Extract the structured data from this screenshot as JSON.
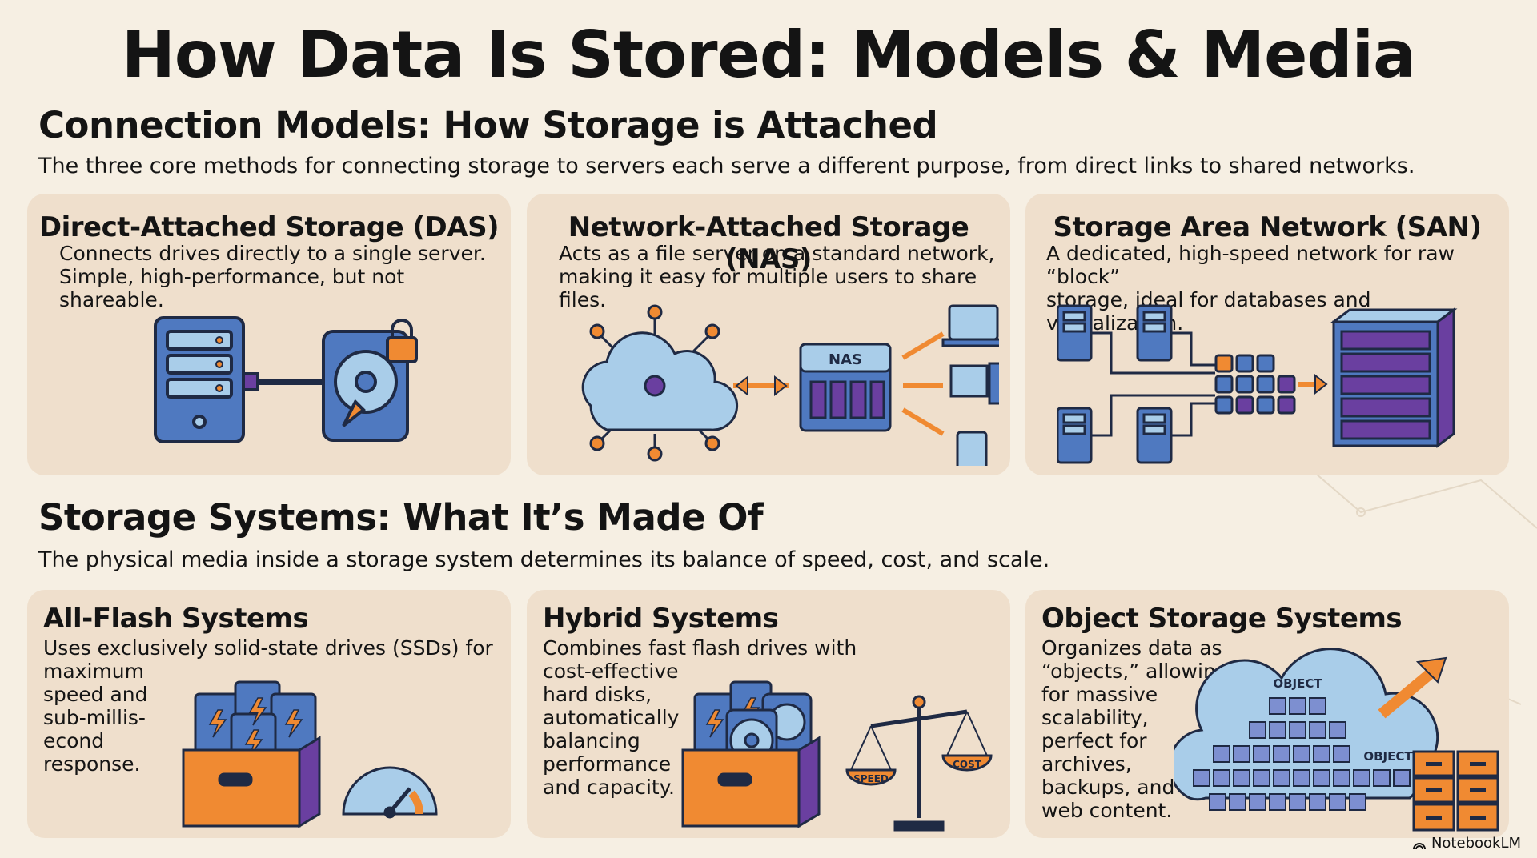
{
  "title": "How Data Is Stored: Models & Media",
  "connection": {
    "title": "Connection Models: How Storage is Attached",
    "subtitle": "The three core methods for connecting storage to servers each serve a different purpose, from direct links to shared networks.",
    "cards": [
      {
        "title": "Direct-Attached Storage (DAS)",
        "line1": "Connects drives directly to a single server.",
        "line2": "Simple, high-performance, but not shareable."
      },
      {
        "title": "Network-Attached Storage (NAS)",
        "line1": "Acts as a file server on a standard network,",
        "line2": "making it easy for multiple users to share files.",
        "device_label": "NAS"
      },
      {
        "title": "Storage Area Network (SAN)",
        "line1": "A dedicated, high-speed network for raw “block”",
        "line2": "storage, ideal for databases and virtualization."
      }
    ]
  },
  "systems": {
    "title": "Storage Systems: What It’s Made Of",
    "subtitle": "The physical media inside a storage system determines its balance of speed, cost, and scale.",
    "cards": [
      {
        "title": "All-Flash Systems",
        "lines": [
          "Uses exclusively solid-state drives (SSDs) for",
          "maximum",
          "speed and",
          "sub-millis-",
          "econd",
          "response."
        ]
      },
      {
        "title": "Hybrid Systems",
        "lines": [
          "Combines fast flash drives with",
          "cost-effective",
          "hard disks,",
          "automatically",
          "balancing",
          "performance",
          "and capacity."
        ],
        "scale_left": "SPEED",
        "scale_right": "COST"
      },
      {
        "title": "Object Storage Systems",
        "lines": [
          "Organizes data as",
          "“objects,” allowing",
          "for massive",
          "scalability,",
          "perfect for",
          "archives,",
          "backups, and",
          "web content."
        ],
        "object_label_1": "OBJECT",
        "object_label_2": "OBJECT"
      }
    ]
  },
  "watermark": "NotebookLM",
  "colors": {
    "blue": "#4f79c0",
    "lightblue": "#a9cde9",
    "orange": "#f08a32",
    "purple": "#6a3fa0",
    "navy": "#1f2a44",
    "card": "#efdfcc",
    "bg": "#f6efe3"
  }
}
